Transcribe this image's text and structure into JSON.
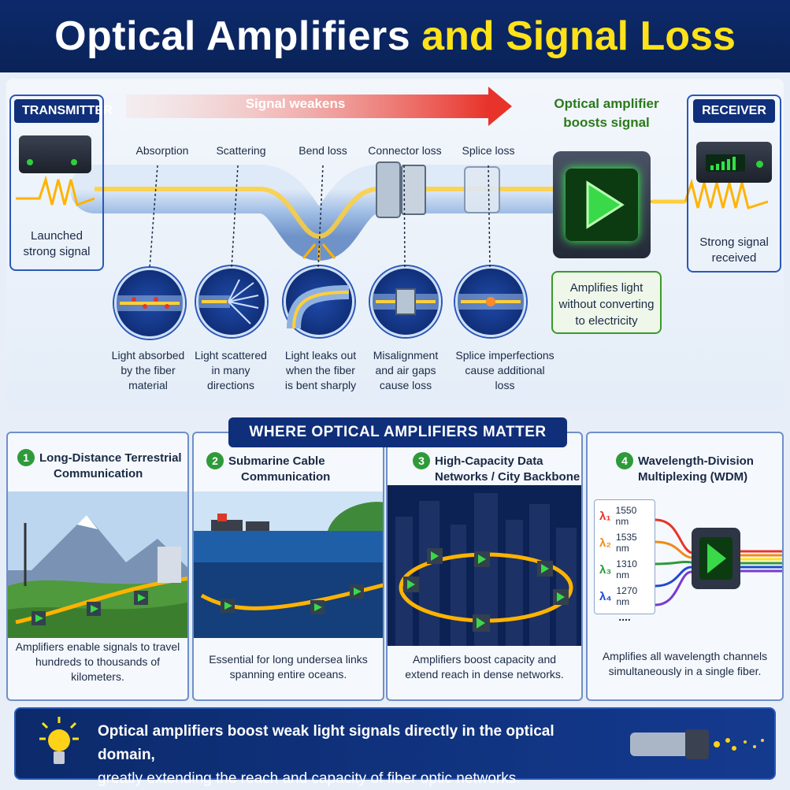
{
  "title": {
    "part1": "Optical Amplifiers",
    "part2": "and Signal Loss"
  },
  "colors": {
    "navy": "#0f2f7a",
    "yellow": "#ffe21a",
    "green": "#3a9a2a",
    "signal": "#ffb300",
    "red_arrow": "#e8332a"
  },
  "top": {
    "transmitter": {
      "label": "TRANSMITTER",
      "caption_l1": "Launched",
      "caption_l2": "strong signal"
    },
    "receiver": {
      "label": "RECEIVER",
      "caption_l1": "Strong signal",
      "caption_l2": "received"
    },
    "arrow_label": "Signal weakens",
    "amplifier": {
      "title_l1": "Optical amplifier",
      "title_l2": "boosts signal",
      "desc_l1": "Amplifies light",
      "desc_l2": "without converting",
      "desc_l3": "to electricity"
    },
    "losses": [
      {
        "label": "Absorption",
        "d1": "Light absorbed",
        "d2": "by the fiber",
        "d3": "material"
      },
      {
        "label": "Scattering",
        "d1": "Light scattered",
        "d2": "in many",
        "d3": "directions"
      },
      {
        "label": "Bend loss",
        "d1": "Light leaks out",
        "d2": "when the fiber",
        "d3": "is bent sharply"
      },
      {
        "label": "Connector loss",
        "d1": "Misalignment",
        "d2": "and air gaps",
        "d3": "cause loss"
      },
      {
        "label": "Splice loss",
        "d1": "Splice imperfections",
        "d2": "cause additional",
        "d3": "loss"
      }
    ]
  },
  "where": {
    "header": "WHERE OPTICAL AMPLIFIERS MATTER",
    "cards": [
      {
        "num": "1",
        "t1": "Long-Distance Terrestrial",
        "t2": "Communication",
        "d1": "Amplifiers enable signals to travel",
        "d2": "hundreds to thousands of",
        "d3": "kilometers."
      },
      {
        "num": "2",
        "t1": "Submarine Cable",
        "t2": "Communication",
        "d1": "Essential for long undersea links",
        "d2": "spanning entire oceans.",
        "d3": ""
      },
      {
        "num": "3",
        "t1": "High-Capacity Data",
        "t2": "Networks / City Backbone",
        "d1": "Amplifiers boost capacity and",
        "d2": "extend reach in dense networks.",
        "d3": ""
      },
      {
        "num": "4",
        "t1": "Wavelength-Division",
        "t2": "Multiplexing (WDM)",
        "d1": "Amplifies all wavelength channels",
        "d2": "simultaneously in a single fiber.",
        "d3": ""
      }
    ],
    "wdm": [
      {
        "sym": "λ₁",
        "val": "1550 nm",
        "color": "#e8332a"
      },
      {
        "sym": "λ₂",
        "val": "1535 nm",
        "color": "#f08a1a"
      },
      {
        "sym": "λ₃",
        "val": "1310 nm",
        "color": "#2f9a3a"
      },
      {
        "sym": "λ₄",
        "val": "1270 nm",
        "color": "#1f4ad0"
      }
    ],
    "wdm_more": "...."
  },
  "banner": {
    "line1": "Optical amplifiers boost weak light signals directly in the optical domain,",
    "line2": "greatly extending the reach and capacity of fiber optic networks."
  }
}
